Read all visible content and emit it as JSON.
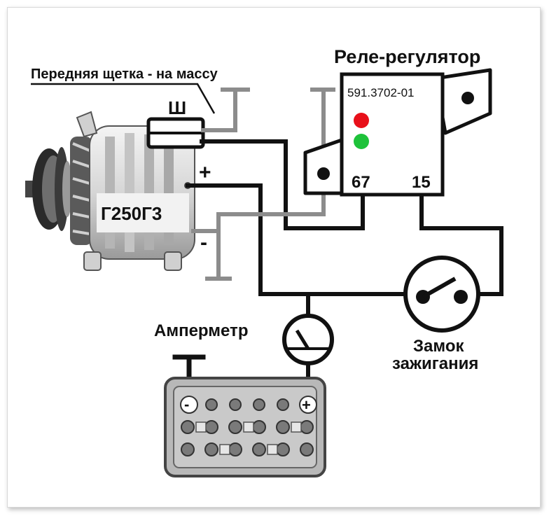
{
  "labels": {
    "front_brush": "Передняя щетка - на массу",
    "relay_title": "Реле-регулятор",
    "relay_model": "591.3702-01",
    "terminal_67": "67",
    "terminal_15": "15",
    "brush_terminal": "Ш",
    "generator_plus": "+",
    "generator_minus": "-",
    "generator_model": "Г250Г3",
    "ammeter": "Амперметр",
    "ignition_line1": "Замок",
    "ignition_line2": "зажигания",
    "battery_minus": "-",
    "battery_plus": "+"
  },
  "colors": {
    "wire": "#111111",
    "ground_wire": "#8c8c8c",
    "lamp_red": "#e8101a",
    "lamp_green": "#1ec23a",
    "battery_body": "#b8b8b8"
  }
}
